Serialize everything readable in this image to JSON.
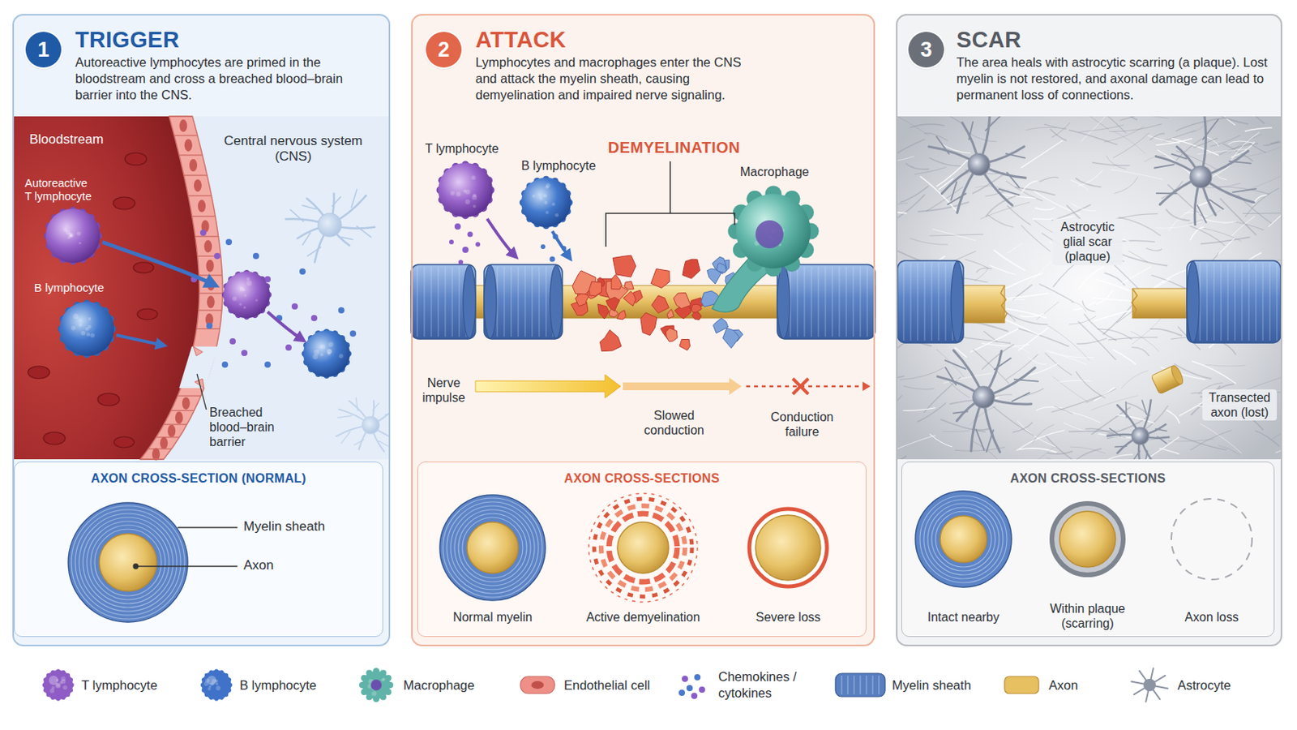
{
  "diagram": {
    "nodes": [
      {
        "text": [
          "TRIGGER",
          "Autoreactive lymphocytes are primed in the bloodstream and cross a breached blood–brain barrier into the CNS."
        ]
      },
      {
        "text": [
          "1"
        ],
        "in": 0
      },
      {
        "text": [
          "AXON CROSS-SECTION (NORMAL)"
        ],
        "in": 0
      },
      {
        "text": [
          "ATTACK",
          "Lymphocytes and macrophages enter the CNS and attack the myelin sheath, causing demyelination and impaired nerve signaling."
        ]
      },
      {
        "text": [
          "2"
        ],
        "in": 3
      },
      {
        "text": [
          "AXON CROSS-SECTIONS"
        ],
        "in": 3
      },
      {
        "text": [
          "SCAR",
          "The area heals with astrocytic scarring (a plaque). Lost myelin is not restored, and axonal damage can lead to permanent loss of connections."
        ]
      },
      {
        "text": [
          "3"
        ],
        "in": 6
      },
      {
        "text": [
          "AXON CROSS-SECTIONS"
        ],
        "in": 6
      }
    ],
    "labels": [
      "Bloodstream",
      "Central nervous system (CNS)",
      "Autoreactive T lymphocyte",
      "B lymphocyte",
      "Breached blood–brain barrier",
      "Myelin sheath",
      "Axon",
      "T lymphocyte",
      "B lymphocyte",
      "DEMYELINATION",
      "Macrophage",
      "Nerve impulse",
      "Slowed conduction",
      "Conduction failure",
      "Normal myelin",
      "Active demyelination",
      "Severe loss",
      "Astrocytic glial scar (plaque)",
      "Transected axon (lost)",
      "Intact nearby",
      "Within plaque (scarring)",
      "Axon loss"
    ],
    "legend": [
      {
        "text": "T lymphocyte",
        "color": "#8e5cc4"
      },
      {
        "text": "B lymphocyte",
        "color": "#3f72c8"
      },
      {
        "text": "Macrophage",
        "color": "#5fb3a8"
      },
      {
        "text": "Endothelial cell",
        "color": "#ee8f88"
      },
      {
        "text": "Chemokines / cytokines"
      },
      {
        "text": "Myelin sheath",
        "color": "#5a7fc0"
      },
      {
        "text": "Axon",
        "color": "#e6c061"
      },
      {
        "text": "Astrocyte",
        "color": "#8c93a3"
      }
    ]
  }
}
